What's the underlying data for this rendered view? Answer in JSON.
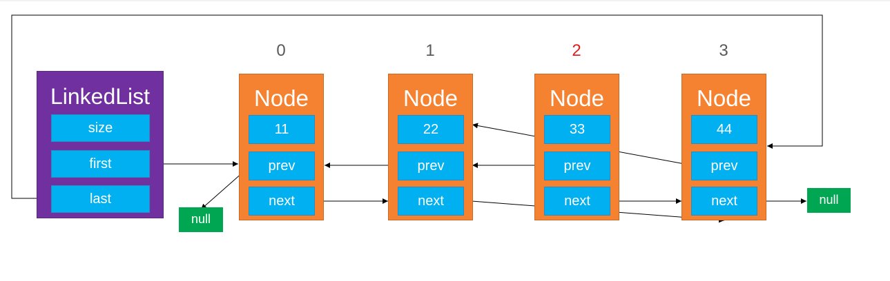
{
  "linked_list": {
    "title": "LinkedList",
    "fields": [
      "size",
      "first",
      "last"
    ],
    "colors": {
      "box": "#7030a0",
      "field": "#00b0f0"
    }
  },
  "indices": [
    "0",
    "1",
    "2",
    "3"
  ],
  "highlighted_index_color": "#e02020",
  "nodes": [
    {
      "title": "Node",
      "value": "11",
      "prev": "prev",
      "next": "next"
    },
    {
      "title": "Node",
      "value": "22",
      "prev": "prev",
      "next": "next"
    },
    {
      "title": "Node",
      "value": "33",
      "prev": "prev",
      "next": "next"
    },
    {
      "title": "Node",
      "value": "44",
      "prev": "prev",
      "next": "next"
    }
  ],
  "null_left": "null",
  "null_right": "null",
  "colors": {
    "node": "#f58230",
    "null_box": "#00a651",
    "wire": "#000000"
  }
}
